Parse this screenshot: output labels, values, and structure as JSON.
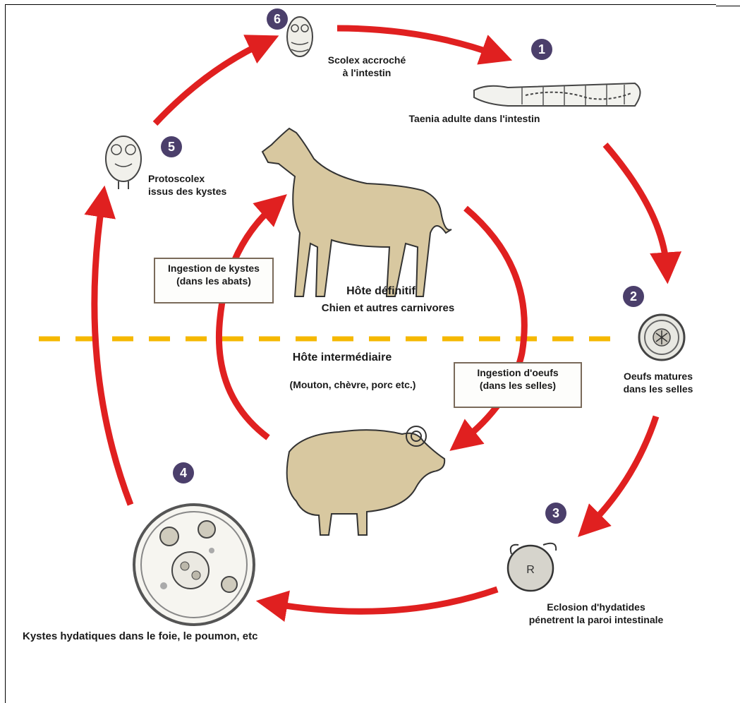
{
  "colors": {
    "arrow": "#e02020",
    "divider": "#f5b800",
    "animal_fill": "#d8c8a0",
    "step_badge": "#4b3f6b"
  },
  "steps": [
    {
      "number": "1",
      "label": "Taenia adulte dans l'intestin"
    },
    {
      "number": "2",
      "label": "Oeufs matures\ndans les selles"
    },
    {
      "number": "3",
      "label": "Eclosion d'hydatides\npénetrent la paroi intestinale"
    },
    {
      "number": "4",
      "label": "Kystes hydatiques dans le foie, le poumon, etc"
    },
    {
      "number": "5",
      "label": "Protoscolex\nissus des kystes"
    },
    {
      "number": "6",
      "label": "Scolex accroché\nà l'intestin"
    }
  ],
  "hosts": {
    "definitive_title": "Hôte définitif",
    "definitive_subtitle": "Chien et autres carnivores",
    "intermediate_title": "Hôte intermédiaire",
    "intermediate_subtitle": "(Mouton, chèvre, porc etc.)"
  },
  "transmission_boxes": {
    "cysts": "Ingestion de kystes\n(dans les abats)",
    "eggs": "Ingestion d'oeufs\n(dans les selles)"
  },
  "icons": [
    "scolex-icon",
    "adult-tapeworm-icon",
    "egg-icon",
    "hatching-hydatid-icon",
    "hydatid-cyst-icon",
    "protoscolex-icon",
    "dog-icon",
    "sheep-icon"
  ]
}
